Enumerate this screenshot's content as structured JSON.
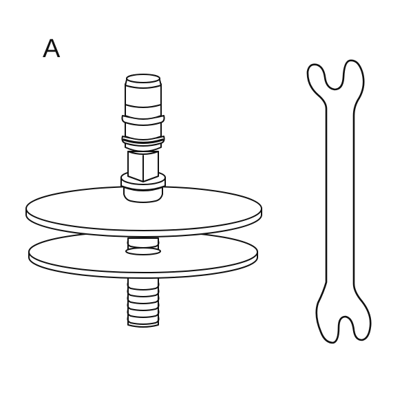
{
  "figure": {
    "part_label": "A",
    "components": [
      {
        "name": "threaded-stud-with-fitting",
        "description": "Threaded bolt with hex nut and capped fitting"
      },
      {
        "name": "upper-disc-washer",
        "description": "Large flat round disc"
      },
      {
        "name": "lower-disc-washer",
        "description": "Large flat round disc"
      },
      {
        "name": "open-end-wrench",
        "description": "Double open-end wrench"
      }
    ],
    "colors": {
      "line": "#111111",
      "background": "#ffffff"
    }
  }
}
